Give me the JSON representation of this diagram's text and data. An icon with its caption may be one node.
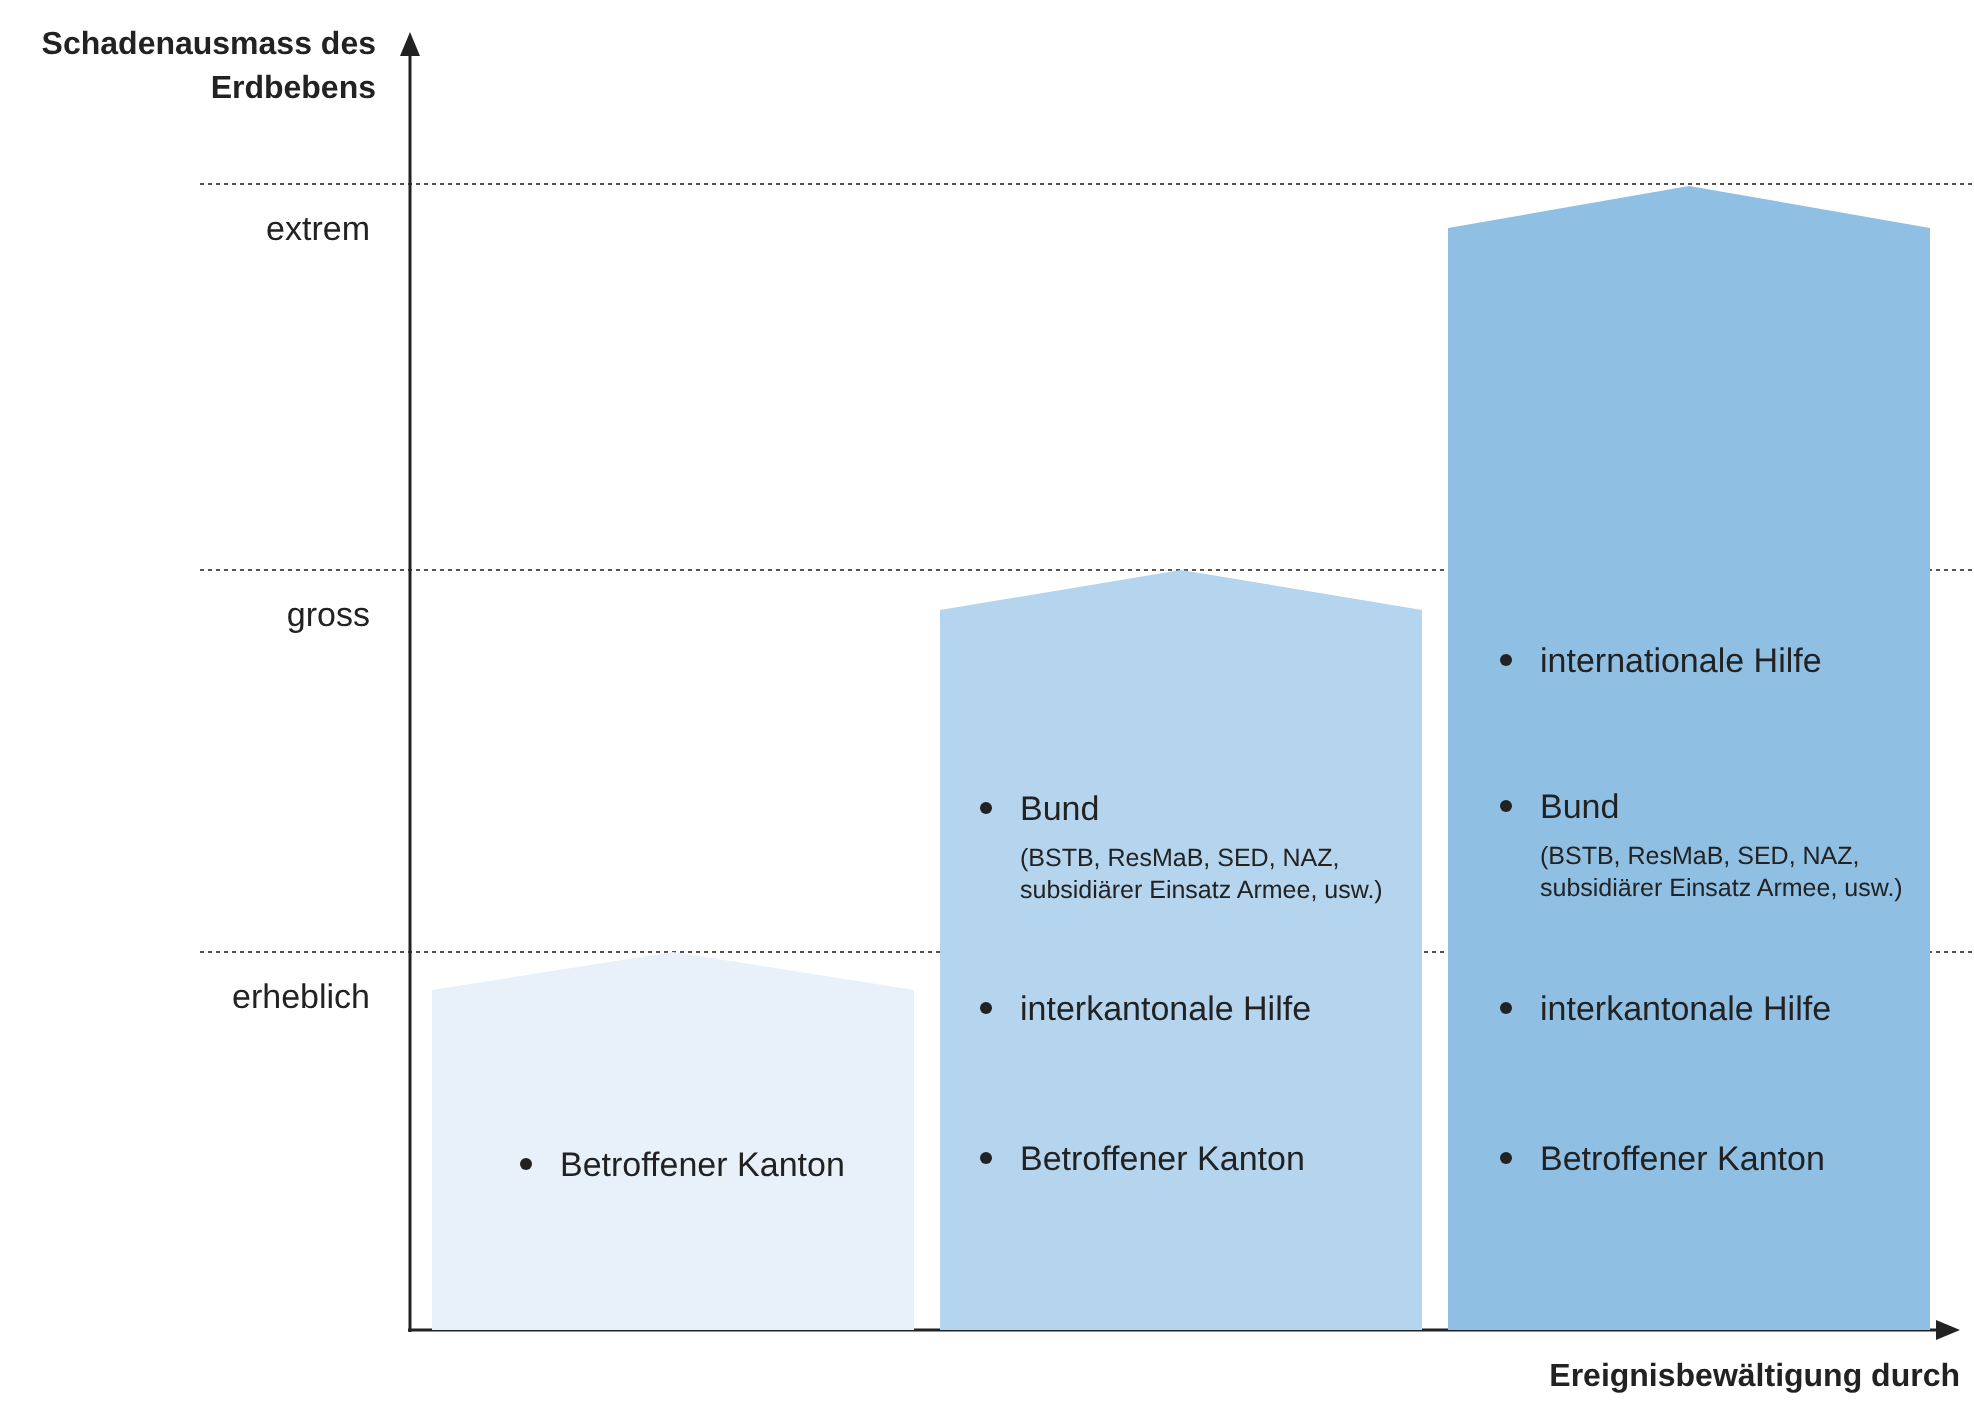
{
  "diagram": {
    "nodes": [
      {
        "text": [
          "Betroffener Kanton"
        ]
      },
      {
        "text": [
          "Bund",
          "(BSTB, ResMaB, SED, NAZ, subsidiärer Einsatz Armee, usw.)",
          "interkantonale Hilfe",
          "Betroffener Kanton"
        ]
      },
      {
        "text": [
          "internationale Hilfe",
          "Bund",
          "(BSTB, ResMaB, SED, NAZ, subsidiärer Einsatz Armee, usw.)",
          "interkantonale Hilfe",
          "Betroffener Kanton"
        ]
      }
    ],
    "edges": [],
    "labels": [
      "Schadenausmass des Erdbebens",
      "extrem",
      "gross",
      "erheblich",
      "Ereignisbewältigung durch"
    ]
  }
}
